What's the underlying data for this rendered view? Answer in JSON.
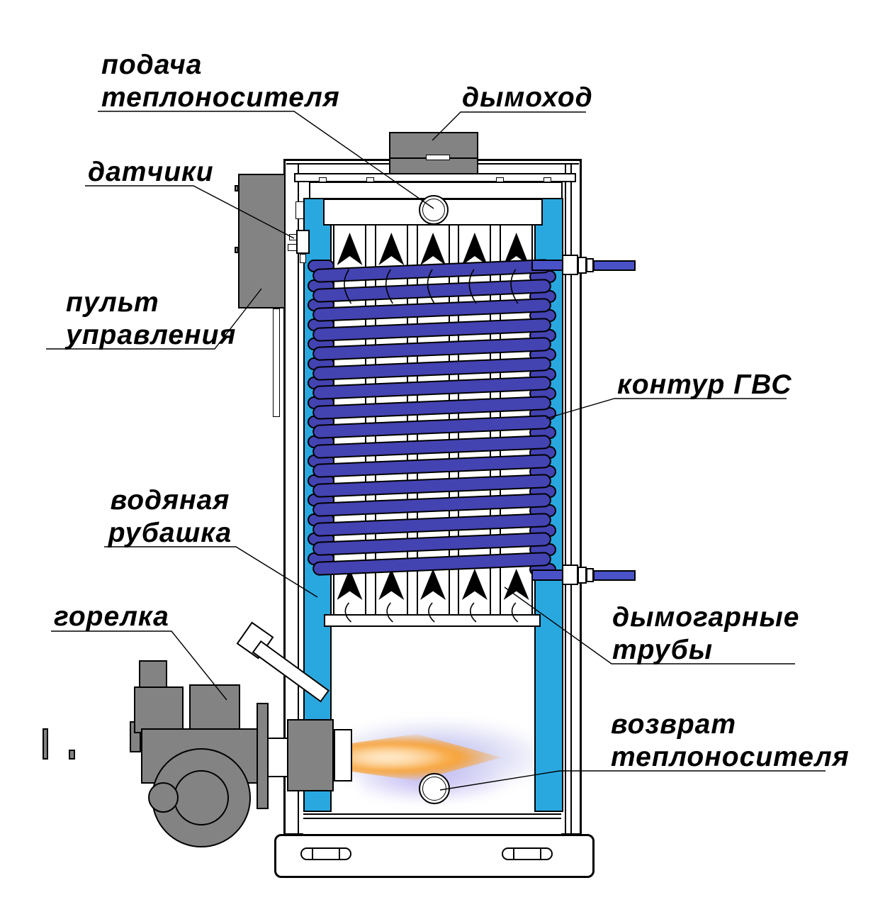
{
  "diagram": {
    "type": "boiler-cross-section",
    "labels": {
      "supply": {
        "lines": [
          "подача",
          "теплоносителя"
        ]
      },
      "chimney": {
        "lines": [
          "дымоход"
        ]
      },
      "sensors": {
        "lines": [
          "датчики"
        ]
      },
      "control_panel": {
        "lines": [
          "пульт",
          "управления"
        ]
      },
      "dhw_circuit": {
        "lines": [
          "контур ГВС"
        ]
      },
      "water_jacket": {
        "lines": [
          "водяная",
          "рубашка"
        ]
      },
      "burner": {
        "lines": [
          "горелка"
        ]
      },
      "fire_tubes": {
        "lines": [
          "дымогарные",
          "трубы"
        ]
      },
      "return": {
        "lines": [
          "возврат",
          "теплоносителя"
        ]
      }
    },
    "colors": {
      "water_jacket": "#29a8e0",
      "coil": "#4343b2",
      "pipe": "#4a52c8",
      "metal_gray": "#838383",
      "flame_orange": "#f7a43c",
      "flame_core": "#ffddab",
      "flame_halo": "#7b7bdc",
      "outline": "#000000"
    },
    "coil_turns": 16,
    "fire_tube_columns": 5
  }
}
